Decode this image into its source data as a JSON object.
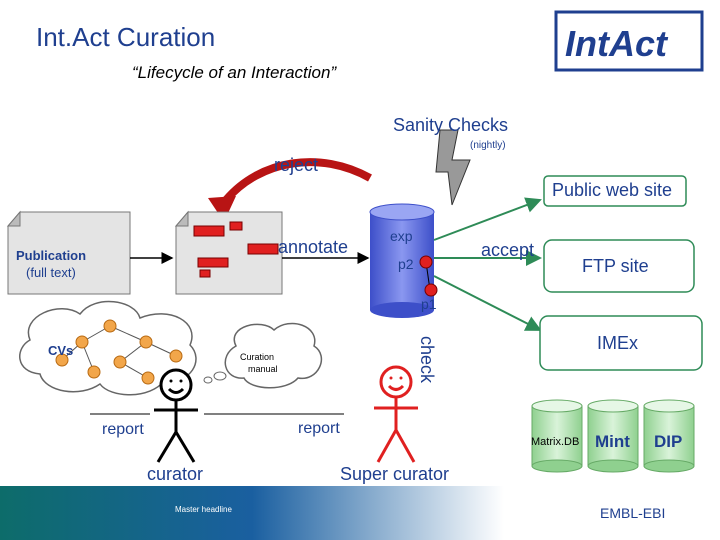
{
  "header": {
    "title": "Int.Act Curation",
    "subtitle": "“Lifecycle of an Interaction”",
    "logo_text": "IntAct"
  },
  "labels": {
    "sanity_checks": "Sanity Checks",
    "nightly": "(nightly)",
    "reject": "reject",
    "public_web_site": "Public web site",
    "annotate": "annotate",
    "exp": "exp",
    "accept": "accept",
    "p2": "p2",
    "p1": "p1",
    "publication": "Publication",
    "full_text": "(full text)",
    "ftp_site": "FTP site",
    "cvs": "CVs",
    "curation_manual_1": "Curation",
    "curation_manual_2": "manual",
    "check": "check",
    "imex": "IMEx",
    "report_left": "report",
    "report_right": "report",
    "matrixdb": "Matrix.DB",
    "mint": "Mint",
    "dip": "DIP",
    "curator": "curator",
    "super_curator": "Super curator"
  },
  "footer": {
    "master_headline": "Master headline",
    "embl": "EMBL-EBI"
  },
  "colors": {
    "text_blue": "#1f3f8f",
    "arrow_green": "#2e8b57",
    "db_blue": "#5b6ee1",
    "red": "#e02020",
    "node_orange": "#f2a64a"
  }
}
